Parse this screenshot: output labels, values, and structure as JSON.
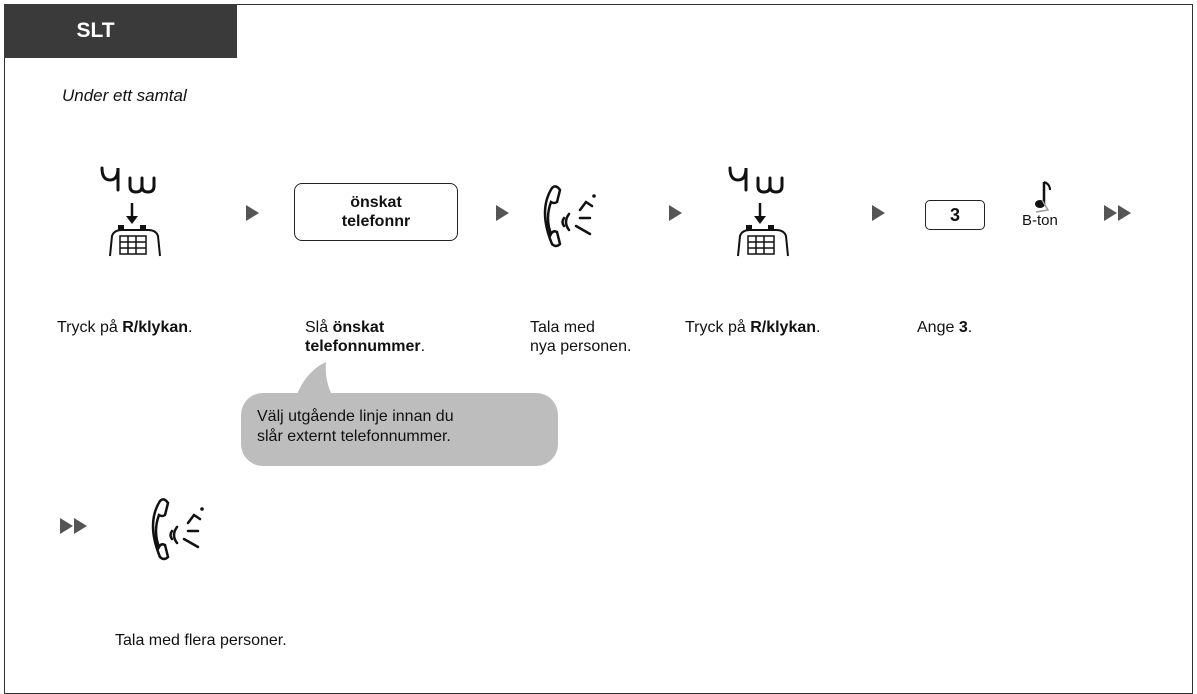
{
  "header": {
    "tab_label": "SLT"
  },
  "subtitle": "Under ett samtal",
  "steps": [
    {
      "icon": "hook-flash-icon",
      "pre": "Tryck på ",
      "bold": "R/klykan",
      "post": "."
    },
    {
      "icon": "key-box",
      "key_lines": [
        "önskat",
        "telefonnr"
      ],
      "line1_pre": "Slå ",
      "line1_bold": "önskat",
      "line2_bold": "telefonnummer",
      "line2_post": "."
    },
    {
      "icon": "talk-icon",
      "line1": "Tala med",
      "line2": "nya personen."
    },
    {
      "icon": "hook-flash-icon",
      "pre": "Tryck på ",
      "bold": "R/klykan",
      "post": "."
    },
    {
      "icon": "key-box",
      "key": "3",
      "pre": "Ange ",
      "bold": "3",
      "post": "."
    },
    {
      "icon": "tone-icon",
      "tone_label": "B-ton"
    }
  ],
  "note": {
    "line1": "Välj utgående linje innan du",
    "line2": "slår externt telefonnummer."
  },
  "final": {
    "icon": "talk-icon",
    "label": "Tala med flera personer."
  }
}
